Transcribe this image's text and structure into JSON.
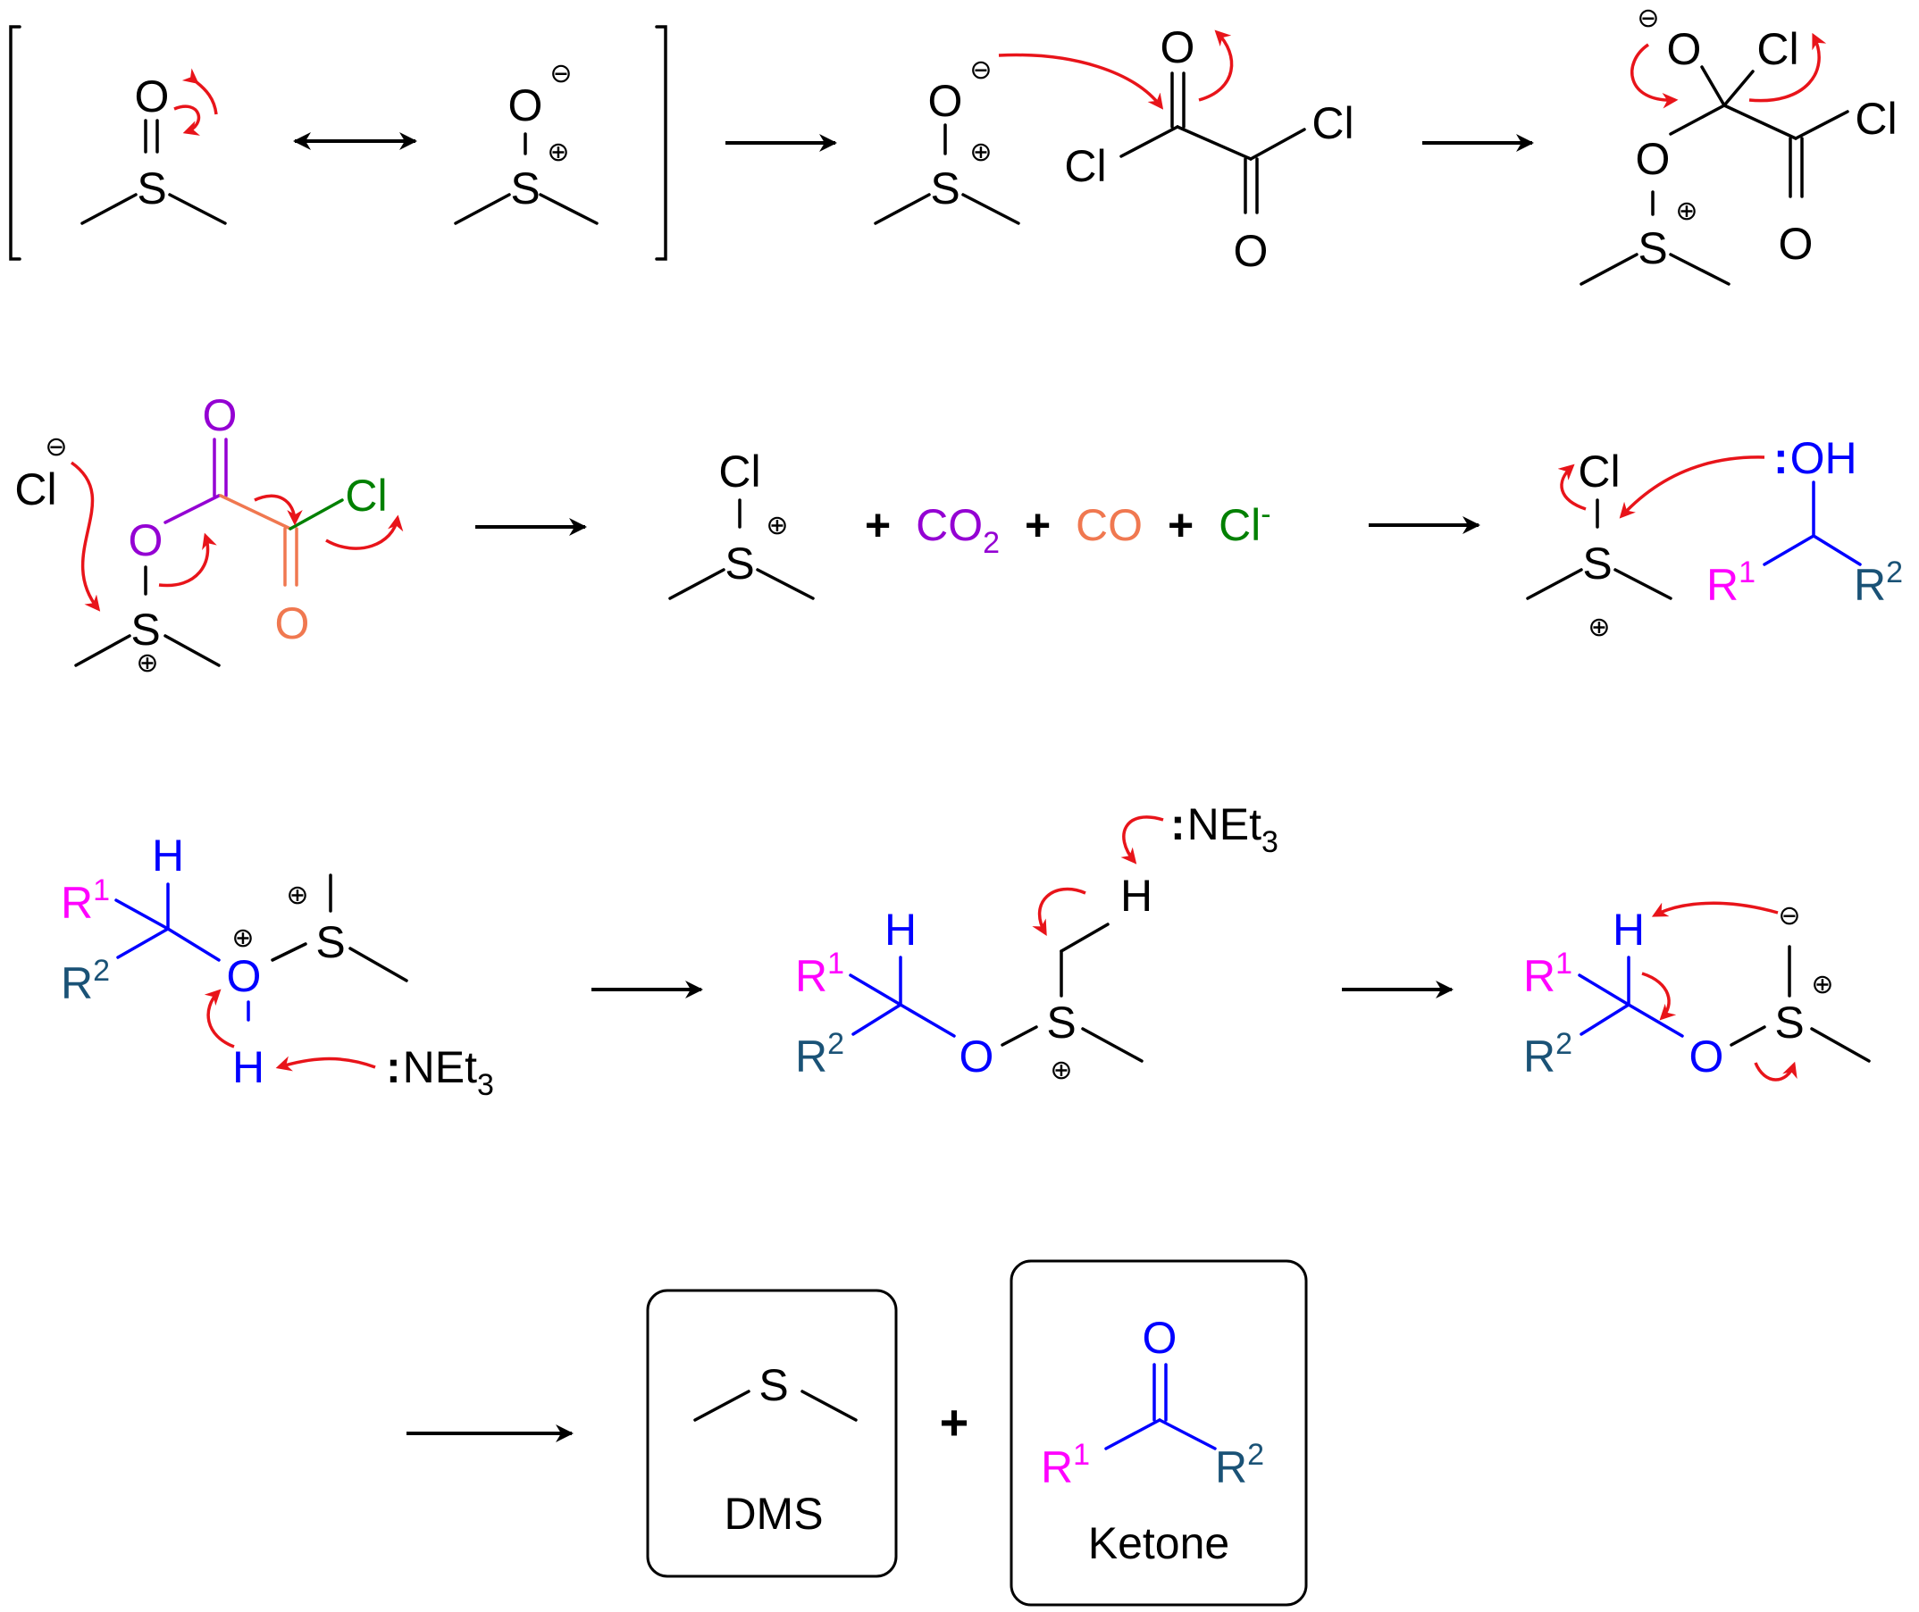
{
  "colors": {
    "black": "#000000",
    "arrow_red": "#e8141a",
    "magenta": "#ff00ff",
    "blue": "#0000ff",
    "teal": "#1a5276",
    "purple": "#9400d3",
    "orange": "#f07850",
    "green": "#008000"
  },
  "atoms": {
    "O": "O",
    "S": "S",
    "Cl": "Cl",
    "H": "H",
    "R": "R",
    "one": "1",
    "two": "2",
    "three": "3",
    "plus_charge": "⊕",
    "minus_charge": "⊖",
    "lone_pair": ":",
    "OH": "OH",
    "NEt": "NEt",
    "C": "C",
    "CO": "CO",
    "minus": "-",
    "plus_sign": "+"
  },
  "labels": {
    "dms": "DMS",
    "ketone": "Ketone"
  }
}
